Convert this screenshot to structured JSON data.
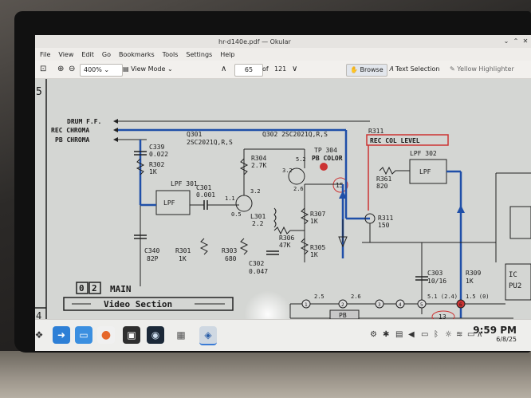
{
  "window": {
    "title": "hr-d140e.pdf — Okular"
  },
  "menu": [
    "File",
    "View",
    "Edit",
    "Go",
    "Bookmarks",
    "Tools",
    "Settings",
    "Help"
  ],
  "toolbar": {
    "zoom": "400%",
    "view_mode": "View Mode",
    "page": "65",
    "of_label": "of",
    "total_pages": "121",
    "browse": "Browse",
    "text_selection": "Text Selection",
    "highlighter": "Yellow Highlighter"
  },
  "schematic": {
    "section_num": "5",
    "section_num_bottom": "4",
    "signals": [
      "DRUM F.F.",
      "REC CHROMA",
      "PB CHROMA"
    ],
    "q301": "Q301",
    "q301_part": "2SC2021Q,R,S",
    "q302": "Q302  2SC2021Q,R,S",
    "tp304": "TP 304",
    "tp304_label": "PB COLOR",
    "tp_circle": "15",
    "r311": "R311",
    "rec_col_level": "REC COL LEVEL",
    "lpf302": "LPF 302",
    "lpf301": "LPF 301",
    "lpf_text": "LPF",
    "c339": "C339",
    "c339_val": "0.022",
    "r302": "R302",
    "r302_val": "1K",
    "c301": "C301",
    "c301_val": "0.001",
    "r304": "R304",
    "r304_val": "2.7K",
    "r361": "R361",
    "r361_val": "820",
    "vr311": "R311",
    "vr311_val": "150",
    "l301": "L301",
    "l301_val": "2.2",
    "r307": "R307",
    "r307_val": "1K",
    "r306": "R306",
    "r306_val": "47K",
    "c340": "C340",
    "c340_val": "82P",
    "r301": "R301",
    "r301_val": "1K",
    "r303": "R303",
    "r303_val": "680",
    "c302": "C302",
    "c302_val": "0.047",
    "r305": "R305",
    "r305_val": "1K",
    "c303": "C303",
    "c303_val": "10/16",
    "r309": "R309",
    "r309_val": "1K",
    "ic_label": "IC",
    "pu_label": "PU2",
    "v32": "3.2",
    "v05": "0.5",
    "v11": "1.1",
    "v52": "5.2",
    "v32b": "3.2",
    "v26": "2.6",
    "pins": [
      "1",
      "2",
      "3",
      "4",
      "5",
      "6"
    ],
    "pin_v1": "2.5",
    "pin_v2": "2.6",
    "pin_v5": "5.1 (2.4)",
    "pin_v6": "1.5 (0)",
    "circle13": "13",
    "pb_box": "PB",
    "main_box1": "0",
    "main_box2": "2",
    "main_label": "MAIN",
    "video_section": "Video Section"
  },
  "taskbar": {
    "time": "9:59 PM",
    "date": "6/8/25"
  }
}
